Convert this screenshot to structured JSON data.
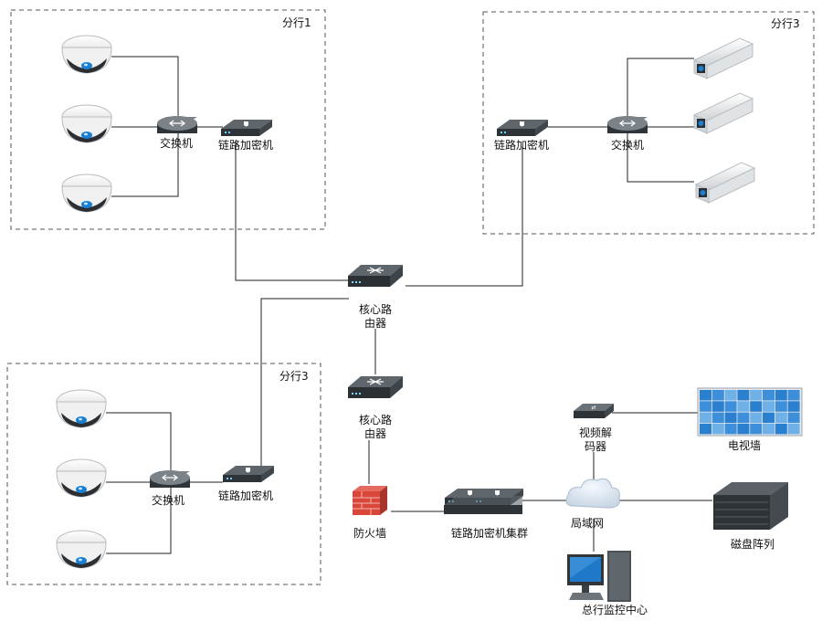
{
  "branches": [
    {
      "label": "分行1"
    },
    {
      "label": "分行3"
    },
    {
      "label": "分行3"
    }
  ],
  "labels": {
    "switch": "交换机",
    "encryptor": "链路加密机",
    "core_router_line1": "核心路",
    "core_router_line2": "由器",
    "firewall": "防火墙",
    "encryptor_cluster": "链路加密机集群",
    "lan": "局域网",
    "video_decoder_line1": "视频解",
    "video_decoder_line2": "码器",
    "tv_wall": "电视墙",
    "disk_array": "磁盘阵列",
    "hq_monitor": "总行监控中心"
  },
  "icons": {
    "dome_camera": "dome-camera-icon",
    "bullet_camera": "bullet-camera-icon",
    "switch": "switch-icon",
    "encryptor": "encryptor-icon",
    "router": "router-icon",
    "firewall": "firewall-icon",
    "cloud": "cloud-icon",
    "decoder": "decoder-icon",
    "tv_wall": "tv-wall-icon",
    "disk_array": "disk-array-icon",
    "computer": "computer-icon"
  },
  "colors": {
    "line": "#222222",
    "device_dark": "#3c4246",
    "firewall": "#d9473b",
    "cloud": "#d7e3ef",
    "screen_blue": "#1f78c8"
  }
}
